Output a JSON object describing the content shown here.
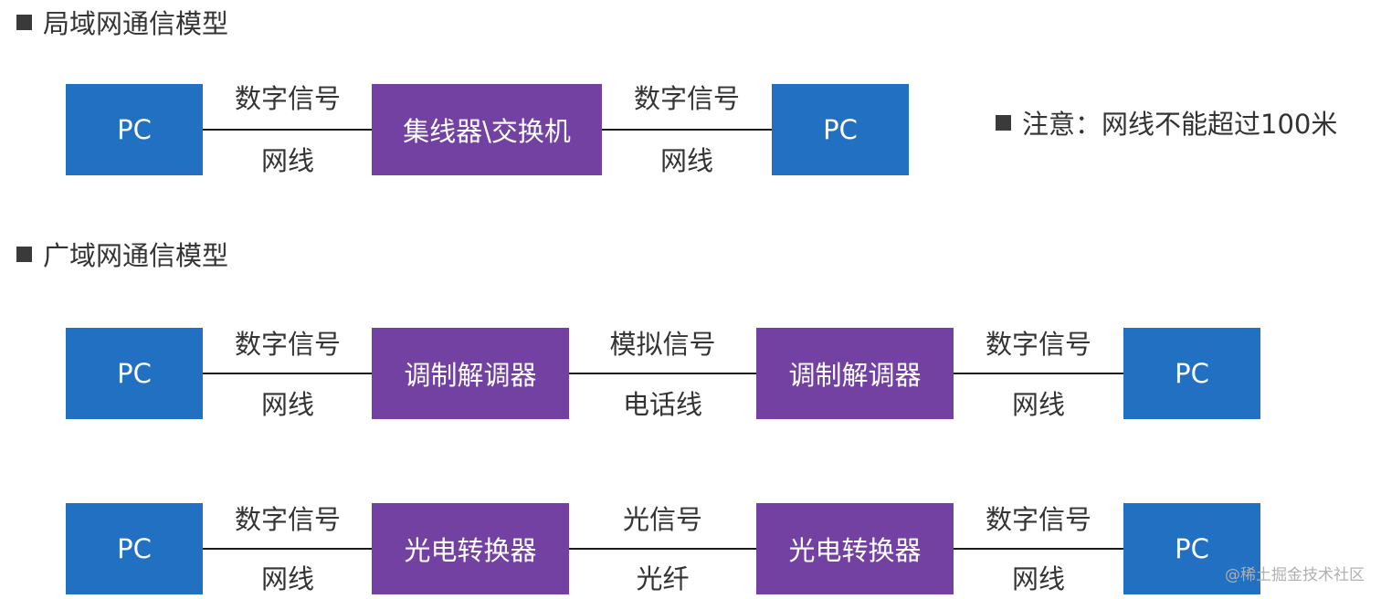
{
  "lan": {
    "heading": "局域网通信模型",
    "pc_left": "PC",
    "pc_right": "PC",
    "device": "集线器\\交换机",
    "link_left": {
      "signal": "数字信号",
      "medium": "网线"
    },
    "link_right": {
      "signal": "数字信号",
      "medium": "网线"
    },
    "note": "注意：网线不能超过100米"
  },
  "wan": {
    "heading": "广域网通信模型",
    "rows": [
      {
        "pc_left": "PC",
        "device_left": "调制解调器",
        "device_right": "调制解调器",
        "pc_right": "PC",
        "link_left": {
          "signal": "数字信号",
          "medium": "网线"
        },
        "link_mid": {
          "signal": "模拟信号",
          "medium": "电话线"
        },
        "link_right": {
          "signal": "数字信号",
          "medium": "网线"
        }
      },
      {
        "pc_left": "PC",
        "device_left": "光电转换器",
        "device_right": "光电转换器",
        "pc_right": "PC",
        "link_left": {
          "signal": "数字信号",
          "medium": "网线"
        },
        "link_mid": {
          "signal": "光信号",
          "medium": "光纤"
        },
        "link_right": {
          "signal": "数字信号",
          "medium": "网线"
        }
      }
    ]
  },
  "watermark": "@稀土掘金技术社区",
  "colors": {
    "pc_box": "#2170c1",
    "device_box": "#7241a1",
    "line": "#1a1a1a",
    "text": "#333333"
  }
}
